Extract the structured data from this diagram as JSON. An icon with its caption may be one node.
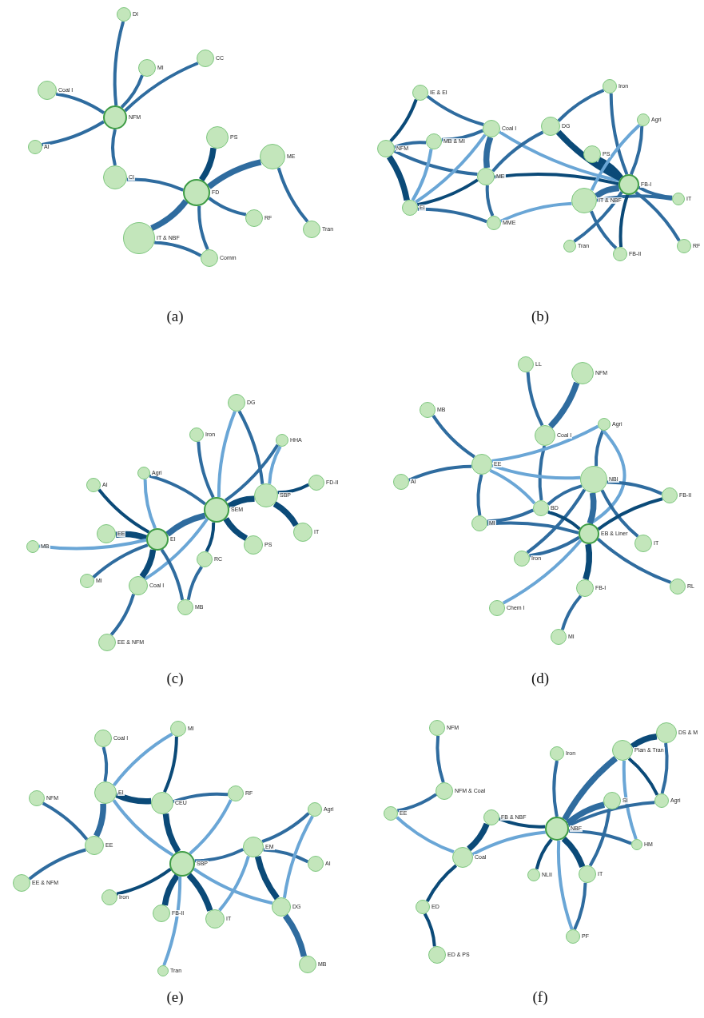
{
  "diagram": {
    "nodes": [
      {
        "text": [
          "DI"
        ]
      },
      {
        "text": [
          "MI"
        ]
      },
      {
        "text": [
          "CC"
        ]
      },
      {
        "text": [
          "Coal I"
        ]
      },
      {
        "text": [
          "NFM"
        ]
      },
      {
        "text": [
          "AI"
        ]
      },
      {
        "text": [
          "CI"
        ]
      },
      {
        "text": [
          "PS"
        ]
      },
      {
        "text": [
          "ME"
        ]
      },
      {
        "text": [
          "FD"
        ]
      },
      {
        "text": [
          "RF"
        ]
      },
      {
        "text": [
          "Tran"
        ]
      },
      {
        "text": [
          "IT & NBF"
        ]
      },
      {
        "text": [
          "Comm"
        ]
      },
      {
        "text": [
          "IE & EI"
        ]
      },
      {
        "text": [
          "Iron"
        ]
      },
      {
        "text": [
          "Coal I"
        ]
      },
      {
        "text": [
          "DG"
        ]
      },
      {
        "text": [
          "Agri"
        ]
      },
      {
        "text": [
          "NFM"
        ]
      },
      {
        "text": [
          "MB & MI"
        ]
      },
      {
        "text": [
          "PS"
        ]
      },
      {
        "text": [
          "ME"
        ]
      },
      {
        "text": [
          "FB-I"
        ]
      },
      {
        "text": [
          "IT & NBF"
        ]
      },
      {
        "text": [
          "IT"
        ]
      },
      {
        "text": [
          "EI"
        ]
      },
      {
        "text": [
          "MME"
        ]
      },
      {
        "text": [
          "Tran"
        ]
      },
      {
        "text": [
          "FB-II"
        ]
      },
      {
        "text": [
          "RF"
        ]
      },
      {
        "text": [
          "DG"
        ]
      },
      {
        "text": [
          "Iron"
        ]
      },
      {
        "text": [
          "HHA"
        ]
      },
      {
        "text": [
          "Agri"
        ]
      },
      {
        "text": [
          "AI"
        ]
      },
      {
        "text": [
          "FD-II"
        ]
      },
      {
        "text": [
          "SBP"
        ]
      },
      {
        "text": [
          "SEM"
        ]
      },
      {
        "text": [
          "EE"
        ]
      },
      {
        "text": [
          "EI"
        ]
      },
      {
        "text": [
          "IT"
        ]
      },
      {
        "text": [
          "PS"
        ]
      },
      {
        "text": [
          "MB"
        ]
      },
      {
        "text": [
          "RC"
        ]
      },
      {
        "text": [
          "MI"
        ]
      },
      {
        "text": [
          "Coal I"
        ]
      },
      {
        "text": [
          "MB"
        ]
      },
      {
        "text": [
          "EE & NFM"
        ]
      },
      {
        "text": [
          "LL"
        ]
      },
      {
        "text": [
          "NFM"
        ]
      },
      {
        "text": [
          "MB"
        ]
      },
      {
        "text": [
          "Agri"
        ]
      },
      {
        "text": [
          "Coal I"
        ]
      },
      {
        "text": [
          "EE"
        ]
      },
      {
        "text": [
          "AI"
        ]
      },
      {
        "text": [
          "NBI"
        ]
      },
      {
        "text": [
          "FB-II"
        ]
      },
      {
        "text": [
          "BD"
        ]
      },
      {
        "text": [
          "MI"
        ]
      },
      {
        "text": [
          "EB & Liner"
        ]
      },
      {
        "text": [
          "IT"
        ]
      },
      {
        "text": [
          "Iron"
        ]
      },
      {
        "text": [
          "FB-I"
        ]
      },
      {
        "text": [
          "RL"
        ]
      },
      {
        "text": [
          "Chem I"
        ]
      },
      {
        "text": [
          "MI"
        ]
      },
      {
        "text": [
          "MI"
        ]
      },
      {
        "text": [
          "Coal I"
        ]
      },
      {
        "text": [
          "NFM"
        ]
      },
      {
        "text": [
          "EI"
        ]
      },
      {
        "text": [
          "CEU"
        ]
      },
      {
        "text": [
          "RF"
        ]
      },
      {
        "text": [
          "Agri"
        ]
      },
      {
        "text": [
          "EE"
        ]
      },
      {
        "text": [
          "EM"
        ]
      },
      {
        "text": [
          "AI"
        ]
      },
      {
        "text": [
          "SBP"
        ]
      },
      {
        "text": [
          "EE & NFM"
        ]
      },
      {
        "text": [
          "Iron"
        ]
      },
      {
        "text": [
          "FB-II"
        ]
      },
      {
        "text": [
          "IT"
        ]
      },
      {
        "text": [
          "DG"
        ]
      },
      {
        "text": [
          "Tran"
        ]
      },
      {
        "text": [
          "MB"
        ]
      },
      {
        "text": [
          "NFM"
        ]
      },
      {
        "text": [
          "DS & M"
        ]
      },
      {
        "text": [
          "Iron"
        ]
      },
      {
        "text": [
          "Plan & Tran"
        ]
      },
      {
        "text": [
          "NFM & Coal"
        ]
      },
      {
        "text": [
          "SI"
        ]
      },
      {
        "text": [
          "Agri"
        ]
      },
      {
        "text": [
          "EE"
        ]
      },
      {
        "text": [
          "FB & NBF"
        ]
      },
      {
        "text": [
          "NBF"
        ]
      },
      {
        "text": [
          "HM"
        ]
      },
      {
        "text": [
          "Coal"
        ]
      },
      {
        "text": [
          "NLII"
        ]
      },
      {
        "text": [
          "IT"
        ]
      },
      {
        "text": [
          "ED"
        ]
      },
      {
        "text": [
          "PF"
        ]
      },
      {
        "text": [
          "ED & PS"
        ]
      }
    ],
    "edges": [
      {
        "from": 4,
        "to": 0,
        "arrow": "none"
      },
      {
        "from": 4,
        "to": 1,
        "arrow": "none"
      },
      {
        "from": 4,
        "to": 2,
        "arrow": "none"
      },
      {
        "from": 4,
        "to": 3,
        "arrow": "none"
      },
      {
        "from": 4,
        "to": 5,
        "arrow": "none"
      },
      {
        "from": 4,
        "to": 6,
        "arrow": "none"
      },
      {
        "from": 6,
        "to": 9,
        "arrow": "none"
      },
      {
        "from": 9,
        "to": 7,
        "arrow": "none",
        "style": "thick",
        "color": "#0b4a78"
      },
      {
        "from": 9,
        "to": 8,
        "arrow": "none",
        "style": "thick"
      },
      {
        "from": 9,
        "to": 10,
        "arrow": "none"
      },
      {
        "from": 9,
        "to": 12,
        "arrow": "none",
        "style": "thick"
      },
      {
        "from": 9,
        "to": 13,
        "arrow": "none"
      },
      {
        "from": 12,
        "to": 13,
        "arrow": "none"
      },
      {
        "from": 8,
        "to": 11,
        "arrow": "none"
      },
      {
        "from": 14,
        "to": 19,
        "arrow": "none",
        "color": "#0b4a78"
      },
      {
        "from": 14,
        "to": 16,
        "arrow": "none"
      },
      {
        "from": 19,
        "to": 20,
        "arrow": "none"
      },
      {
        "from": 19,
        "to": 22,
        "arrow": "none"
      },
      {
        "from": 19,
        "to": 26,
        "arrow": "none",
        "style": "thick",
        "color": "#0b4a78"
      },
      {
        "from": 20,
        "to": 16,
        "arrow": "none"
      },
      {
        "from": 20,
        "to": 26,
        "arrow": "none",
        "color": "#6aa6d6"
      },
      {
        "from": 16,
        "to": 22,
        "arrow": "none",
        "style": "thick"
      },
      {
        "from": 16,
        "to": 26,
        "arrow": "none",
        "color": "#6aa6d6"
      },
      {
        "from": 16,
        "to": 23,
        "arrow": "none",
        "color": "#6aa6d6"
      },
      {
        "from": 22,
        "to": 26,
        "arrow": "none",
        "color": "#0b4a78"
      },
      {
        "from": 22,
        "to": 27,
        "arrow": "none"
      },
      {
        "from": 22,
        "to": 23,
        "arrow": "none",
        "color": "#0b4a78"
      },
      {
        "from": 17,
        "to": 22,
        "arrow": "none"
      },
      {
        "from": 17,
        "to": 15,
        "arrow": "none"
      },
      {
        "from": 17,
        "to": 23,
        "arrow": "none",
        "style": "thick",
        "color": "#0b4a78"
      },
      {
        "from": 21,
        "to": 23,
        "arrow": "none",
        "style": "thick",
        "color": "#0b4a78"
      },
      {
        "from": 15,
        "to": 23,
        "arrow": "none"
      },
      {
        "from": 18,
        "to": 23,
        "arrow": "none"
      },
      {
        "from": 18,
        "to": 24,
        "arrow": "none",
        "color": "#6aa6d6"
      },
      {
        "from": 24,
        "to": 23,
        "arrow": "none",
        "style": "thick"
      },
      {
        "from": 24,
        "to": 27,
        "arrow": "none",
        "color": "#6aa6d6"
      },
      {
        "from": 24,
        "to": 25,
        "arrow": "none"
      },
      {
        "from": 23,
        "to": 25,
        "arrow": "none"
      },
      {
        "from": 23,
        "to": 28,
        "arrow": "none"
      },
      {
        "from": 23,
        "to": 29,
        "arrow": "none",
        "color": "#0b4a78"
      },
      {
        "from": 23,
        "to": 30,
        "arrow": "none"
      },
      {
        "from": 24,
        "to": 29,
        "arrow": "none"
      },
      {
        "from": 26,
        "to": 27,
        "arrow": "none"
      },
      {
        "from": 31,
        "to": 38,
        "arrow": "none",
        "color": "#6aa6d6"
      },
      {
        "from": 31,
        "to": 37,
        "arrow": "none"
      },
      {
        "from": 32,
        "to": 38,
        "arrow": "none"
      },
      {
        "from": 33,
        "to": 38,
        "arrow": "none"
      },
      {
        "from": 33,
        "to": 37,
        "arrow": "none",
        "color": "#6aa6d6"
      },
      {
        "from": 34,
        "to": 38,
        "arrow": "none"
      },
      {
        "from": 34,
        "to": 40,
        "arrow": "none",
        "color": "#6aa6d6"
      },
      {
        "from": 38,
        "to": 37,
        "arrow": "none",
        "style": "thick",
        "color": "#0b4a78"
      },
      {
        "from": 37,
        "to": 36,
        "arrow": "none",
        "color": "#0b4a78"
      },
      {
        "from": 37,
        "to": 41,
        "arrow": "none",
        "style": "thick",
        "color": "#0b4a78"
      },
      {
        "from": 38,
        "to": 42,
        "arrow": "none",
        "style": "thick",
        "color": "#0b4a78"
      },
      {
        "from": 38,
        "to": 44,
        "arrow": "none",
        "color": "#0b4a78"
      },
      {
        "from": 38,
        "to": 40,
        "arrow": "none",
        "style": "thick"
      },
      {
        "from": 38,
        "to": 46,
        "arrow": "none",
        "color": "#6aa6d6"
      },
      {
        "from": 35,
        "to": 40,
        "arrow": "none",
        "color": "#0b4a78"
      },
      {
        "from": 39,
        "to": 40,
        "arrow": "none",
        "style": "thick",
        "color": "#0b4a78"
      },
      {
        "from": 43,
        "to": 40,
        "arrow": "none",
        "color": "#6aa6d6"
      },
      {
        "from": 45,
        "to": 40,
        "arrow": "none"
      },
      {
        "from": 46,
        "to": 40,
        "arrow": "none",
        "style": "thick",
        "color": "#0b4a78"
      },
      {
        "from": 40,
        "to": 47,
        "arrow": "none"
      },
      {
        "from": 44,
        "to": 47,
        "arrow": "none"
      },
      {
        "from": 46,
        "to": 48,
        "arrow": "none"
      },
      {
        "from": 49,
        "to": 53,
        "arrow": "none"
      },
      {
        "from": 50,
        "to": 53,
        "arrow": "none",
        "style": "thick"
      },
      {
        "from": 53,
        "to": 58,
        "arrow": "none"
      },
      {
        "from": 52,
        "to": 54,
        "arrow": "none",
        "color": "#6aa6d6"
      },
      {
        "from": 52,
        "to": 56,
        "arrow": "none"
      },
      {
        "from": 52,
        "to": 60,
        "arrow": "none",
        "color": "#6aa6d6"
      },
      {
        "from": 51,
        "to": 54,
        "arrow": "none"
      },
      {
        "from": 55,
        "to": 54,
        "arrow": "none"
      },
      {
        "from": 54,
        "to": 56,
        "arrow": "none",
        "color": "#6aa6d6"
      },
      {
        "from": 54,
        "to": 58,
        "arrow": "none",
        "color": "#6aa6d6"
      },
      {
        "from": 54,
        "to": 59,
        "arrow": "none"
      },
      {
        "from": 56,
        "to": 57,
        "arrow": "none"
      },
      {
        "from": 56,
        "to": 58,
        "arrow": "none"
      },
      {
        "from": 56,
        "to": 60,
        "arrow": "none",
        "style": "thick"
      },
      {
        "from": 56,
        "to": 61,
        "arrow": "none"
      },
      {
        "from": 56,
        "to": 62,
        "arrow": "none"
      },
      {
        "from": 57,
        "to": 60,
        "arrow": "none",
        "color": "#0b4a78"
      },
      {
        "from": 58,
        "to": 60,
        "arrow": "none",
        "color": "#0b4a78"
      },
      {
        "from": 59,
        "to": 58,
        "arrow": "none"
      },
      {
        "from": 59,
        "to": 60,
        "arrow": "none"
      },
      {
        "from": 62,
        "to": 60,
        "arrow": "none"
      },
      {
        "from": 60,
        "to": 63,
        "arrow": "none",
        "style": "thick",
        "color": "#0b4a78"
      },
      {
        "from": 60,
        "to": 64,
        "arrow": "none"
      },
      {
        "from": 60,
        "to": 65,
        "arrow": "none",
        "color": "#6aa6d6"
      },
      {
        "from": 63,
        "to": 66,
        "arrow": "none"
      },
      {
        "from": 68,
        "to": 70,
        "arrow": "none"
      },
      {
        "from": 67,
        "to": 70,
        "arrow": "none",
        "color": "#6aa6d6"
      },
      {
        "from": 67,
        "to": 71,
        "arrow": "none",
        "color": "#0b4a78"
      },
      {
        "from": 70,
        "to": 71,
        "arrow": "none",
        "style": "thick",
        "color": "#0b4a78"
      },
      {
        "from": 70,
        "to": 74,
        "arrow": "none",
        "style": "thick"
      },
      {
        "from": 70,
        "to": 77,
        "arrow": "none",
        "color": "#6aa6d6"
      },
      {
        "from": 69,
        "to": 74,
        "arrow": "none"
      },
      {
        "from": 74,
        "to": 78,
        "arrow": "none"
      },
      {
        "from": 71,
        "to": 72,
        "arrow": "none"
      },
      {
        "from": 71,
        "to": 77,
        "arrow": "none",
        "style": "thick",
        "color": "#0b4a78"
      },
      {
        "from": 72,
        "to": 77,
        "arrow": "none",
        "color": "#6aa6d6"
      },
      {
        "from": 77,
        "to": 75,
        "arrow": "none"
      },
      {
        "from": 77,
        "to": 79,
        "arrow": "none",
        "color": "#0b4a78"
      },
      {
        "from": 77,
        "to": 80,
        "arrow": "none",
        "style": "thick",
        "color": "#0b4a78"
      },
      {
        "from": 77,
        "to": 81,
        "arrow": "none",
        "style": "thick",
        "color": "#0b4a78"
      },
      {
        "from": 77,
        "to": 82,
        "arrow": "none",
        "color": "#6aa6d6"
      },
      {
        "from": 77,
        "to": 83,
        "arrow": "none",
        "color": "#6aa6d6"
      },
      {
        "from": 75,
        "to": 73,
        "arrow": "none"
      },
      {
        "from": 75,
        "to": 76,
        "arrow": "none"
      },
      {
        "from": 75,
        "to": 82,
        "arrow": "none",
        "style": "thick",
        "color": "#0b4a78"
      },
      {
        "from": 75,
        "to": 81,
        "arrow": "none",
        "color": "#6aa6d6"
      },
      {
        "from": 73,
        "to": 82,
        "arrow": "none",
        "color": "#6aa6d6"
      },
      {
        "from": 82,
        "to": 84,
        "arrow": "none",
        "style": "thick"
      },
      {
        "from": 85,
        "to": 89,
        "arrow": "none"
      },
      {
        "from": 89,
        "to": 92,
        "arrow": "none"
      },
      {
        "from": 92,
        "to": 96,
        "arrow": "none",
        "color": "#6aa6d6"
      },
      {
        "from": 93,
        "to": 96,
        "arrow": "none",
        "style": "thick",
        "color": "#0b4a78"
      },
      {
        "from": 93,
        "to": 94,
        "arrow": "none",
        "color": "#0b4a78"
      },
      {
        "from": 96,
        "to": 94,
        "arrow": "none",
        "color": "#6aa6d6"
      },
      {
        "from": 96,
        "to": 99,
        "arrow": "none",
        "color": "#0b4a78"
      },
      {
        "from": 99,
        "to": 101,
        "arrow": "none",
        "color": "#0b4a78"
      },
      {
        "from": 87,
        "to": 94,
        "arrow": "none"
      },
      {
        "from": 88,
        "to": 86,
        "arrow": "none",
        "style": "thick",
        "color": "#0b4a78"
      },
      {
        "from": 88,
        "to": 94,
        "arrow": "none",
        "style": "thick"
      },
      {
        "from": 88,
        "to": 91,
        "arrow": "none",
        "color": "#0b4a78"
      },
      {
        "from": 88,
        "to": 95,
        "arrow": "none",
        "color": "#6aa6d6"
      },
      {
        "from": 86,
        "to": 91,
        "arrow": "none"
      },
      {
        "from": 90,
        "to": 94,
        "arrow": "none",
        "style": "thick"
      },
      {
        "from": 90,
        "to": 98,
        "arrow": "none"
      },
      {
        "from": 91,
        "to": 94,
        "arrow": "none"
      },
      {
        "from": 94,
        "to": 95,
        "arrow": "none"
      },
      {
        "from": 94,
        "to": 97,
        "arrow": "none",
        "color": "#0b4a78"
      },
      {
        "from": 94,
        "to": 98,
        "arrow": "none",
        "style": "thick",
        "color": "#0b4a78"
      },
      {
        "from": 94,
        "to": 100,
        "arrow": "none",
        "color": "#6aa6d6"
      },
      {
        "from": 98,
        "to": 100,
        "arrow": "none"
      }
    ],
    "labels": [
      "(a)",
      "(b)",
      "(c)",
      "(d)",
      "(e)",
      "(f)"
    ]
  }
}
